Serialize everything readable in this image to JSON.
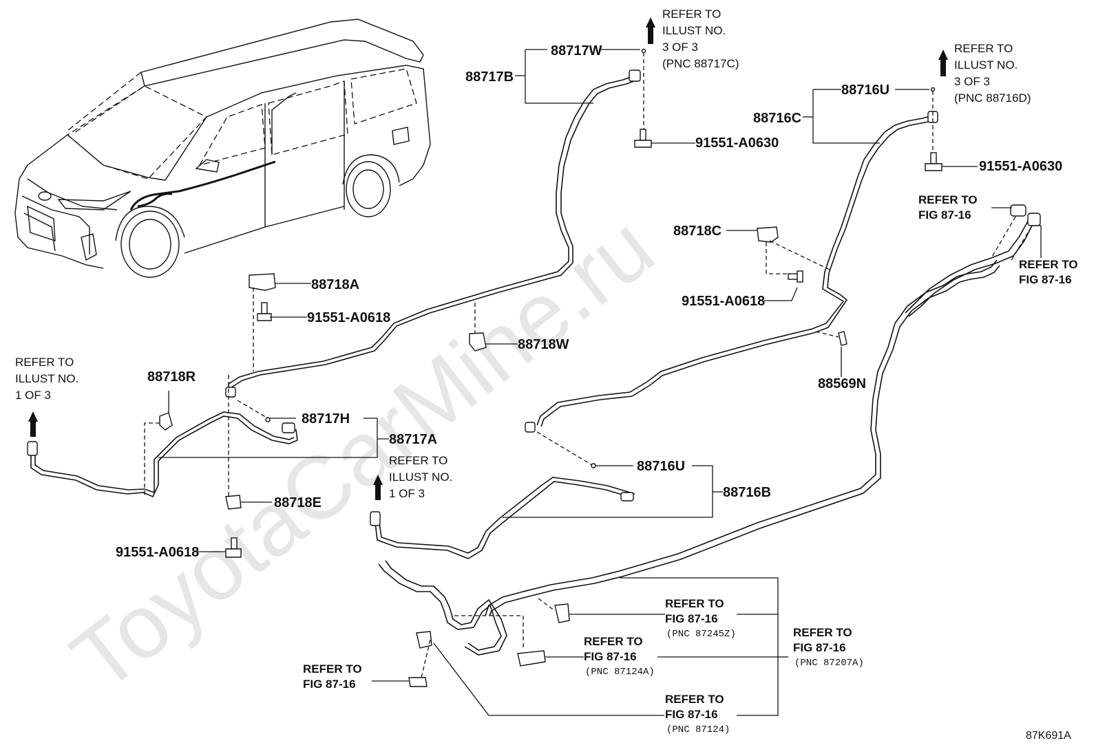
{
  "watermark": "ToyotaCarMine.ru",
  "figure_code": "87K691A",
  "parts": {
    "p88717W": "88717W",
    "p88717B": "88717B",
    "p91551_A0630_a": "91551-A0630",
    "p88716U_top": "88716U",
    "p88716C": "88716C",
    "p91551_A0630_b": "91551-A0630",
    "p88718C": "88718C",
    "p91551_A0618_c": "91551-A0618",
    "p88718A": "88718A",
    "p91551_A0618_a": "91551-A0618",
    "p88718W": "88718W",
    "p88569N": "88569N",
    "p88718R": "88718R",
    "p88717H": "88717H",
    "p88717A": "88717A",
    "p88718E": "88718E",
    "p91551_A0618_e": "91551-A0618",
    "p88716U_mid": "88716U",
    "p88716B": "88716B"
  },
  "refs": {
    "ref_top1": {
      "l1": "REFER TO",
      "l2": "ILLUST NO.",
      "l3": "3 OF 3",
      "l4": "(PNC 88717C)"
    },
    "ref_top2": {
      "l1": "REFER TO",
      "l2": "ILLUST NO.",
      "l3": "3 OF 3",
      "l4": "(PNC 88716D)"
    },
    "ref_left": {
      "l1": "REFER TO",
      "l2": "ILLUST NO.",
      "l3": "1 OF 3"
    },
    "ref_mid": {
      "l1": "REFER TO",
      "l2": "ILLUST NO.",
      "l3": "1 OF 3"
    },
    "ref_fig_a": {
      "l1": "REFER TO",
      "l2": "FIG 87-16"
    },
    "ref_fig_b": {
      "l1": "REFER TO",
      "l2": "FIG 87-16"
    },
    "ref_fig_c": {
      "l1": "REFER TO",
      "l2": "FIG 87-16",
      "l3": "(PNC 87245Z)"
    },
    "ref_fig_d": {
      "l1": "REFER TO",
      "l2": "FIG 87-16",
      "l3": "(PNC 87124A)"
    },
    "ref_fig_e": {
      "l1": "REFER TO",
      "l2": "FIG 87-16",
      "l3": "(PNC 87207A)"
    },
    "ref_fig_f": {
      "l1": "REFER TO",
      "l2": "FIG 87-16"
    },
    "ref_fig_g": {
      "l1": "REFER TO",
      "l2": "FIG 87-16",
      "l3": "(PNC 87124)"
    }
  }
}
